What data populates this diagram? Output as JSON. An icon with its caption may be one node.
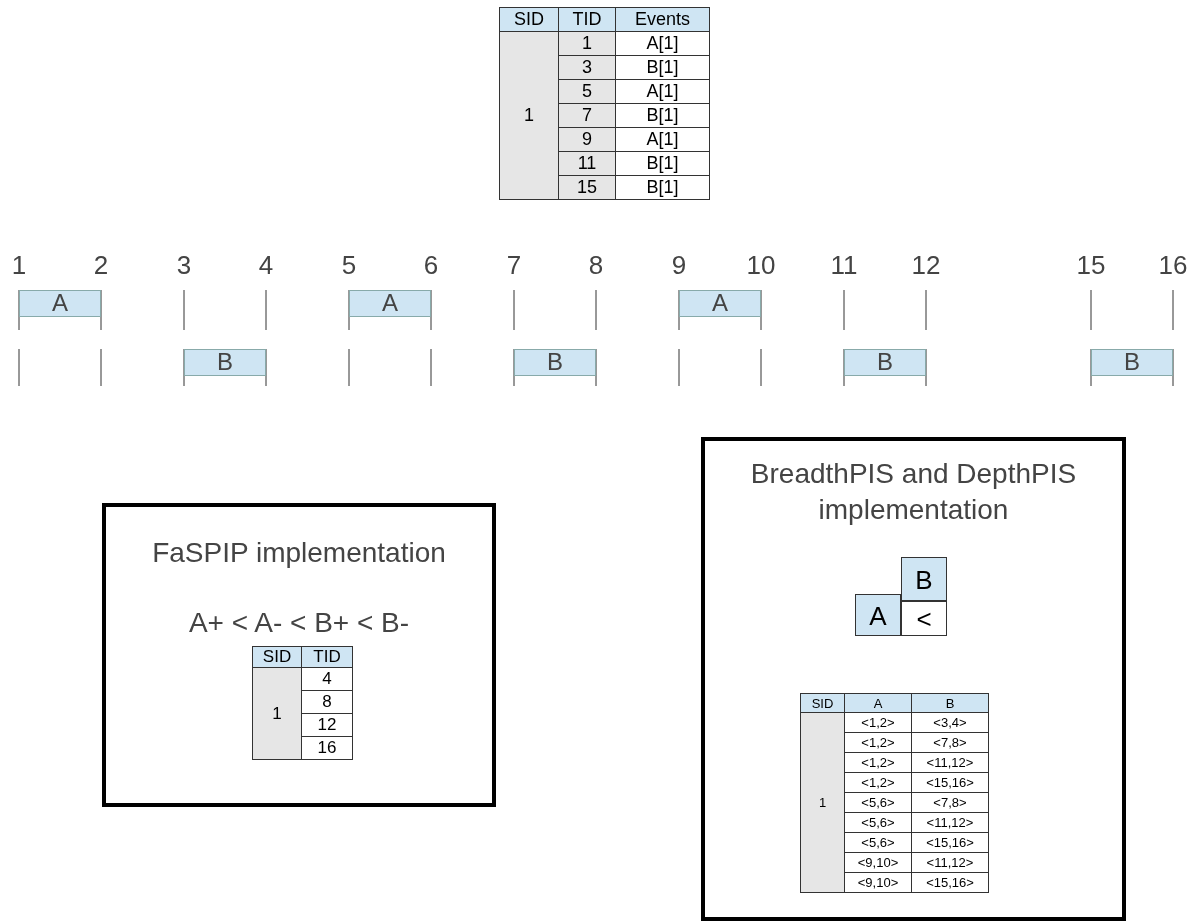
{
  "diagram": {
    "nodes": [
      {
        "text": [
          "A"
        ]
      },
      {
        "text": [
          "A"
        ]
      },
      {
        "text": [
          "A"
        ]
      },
      {
        "text": [
          "B"
        ]
      },
      {
        "text": [
          "B"
        ]
      },
      {
        "text": [
          "B"
        ]
      },
      {
        "text": [
          "B"
        ]
      },
      {
        "text": [
          "FaSPIP implementation",
          "A+ < A- < B+ < B-"
        ]
      },
      {
        "text": [
          "BreadthPIS and DepthPIS implementation"
        ]
      },
      {
        "text": [
          "B"
        ],
        "in": 8
      },
      {
        "text": [
          "A"
        ],
        "in": 8
      },
      {
        "text": [
          "<"
        ],
        "in": 8
      }
    ],
    "edges": [],
    "labels": [
      "SID",
      "TID",
      "Events",
      "1",
      "1",
      "A[1]",
      "3",
      "B[1]",
      "5",
      "A[1]",
      "7",
      "B[1]",
      "9",
      "A[1]",
      "11",
      "B[1]",
      "15",
      "B[1]",
      "1",
      "2",
      "3",
      "4",
      "5",
      "6",
      "7",
      "8",
      "9",
      "10",
      "11",
      "12",
      "15",
      "16",
      "SID",
      "TID",
      "1",
      "4",
      "8",
      "12",
      "16",
      "SID",
      "A",
      "B",
      "1",
      "<1,2>",
      "<3,4>",
      "<1,2>",
      "<7,8>",
      "<1,2>",
      "<11,12>",
      "<1,2>",
      "<15,16>",
      "<5,6>",
      "<7,8>",
      "<5,6>",
      "<11,12>",
      "<5,6>",
      "<15,16>",
      "<9,10>",
      "<11,12>",
      "<9,10>",
      "<15,16>"
    ]
  }
}
